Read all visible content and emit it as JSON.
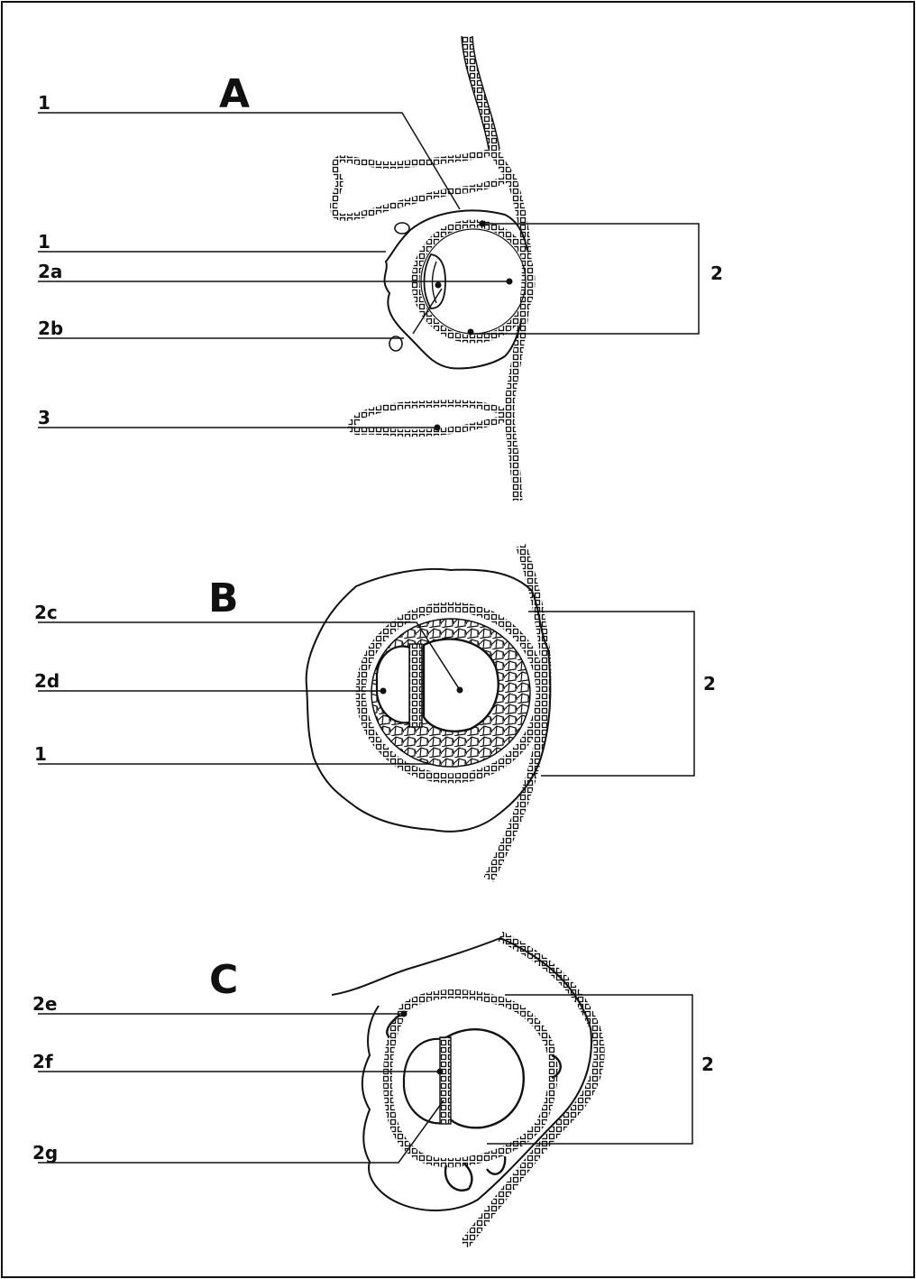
{
  "panels": {
    "A": {
      "title": "A",
      "labels": {
        "l1_top": "1",
        "l1": "1",
        "l2a": "2a",
        "l2b": "2b",
        "l3": "3",
        "bracket": "2"
      }
    },
    "B": {
      "title": "B",
      "labels": {
        "l2c": "2c",
        "l2d": "2d",
        "l1": "1",
        "bracket": "2"
      }
    },
    "C": {
      "title": "C",
      "labels": {
        "l2e": "2e",
        "l2f": "2f",
        "l2g": "2g",
        "bracket": "2"
      }
    }
  },
  "colors": {
    "ink": "#111111",
    "paper": "#ffffff"
  }
}
